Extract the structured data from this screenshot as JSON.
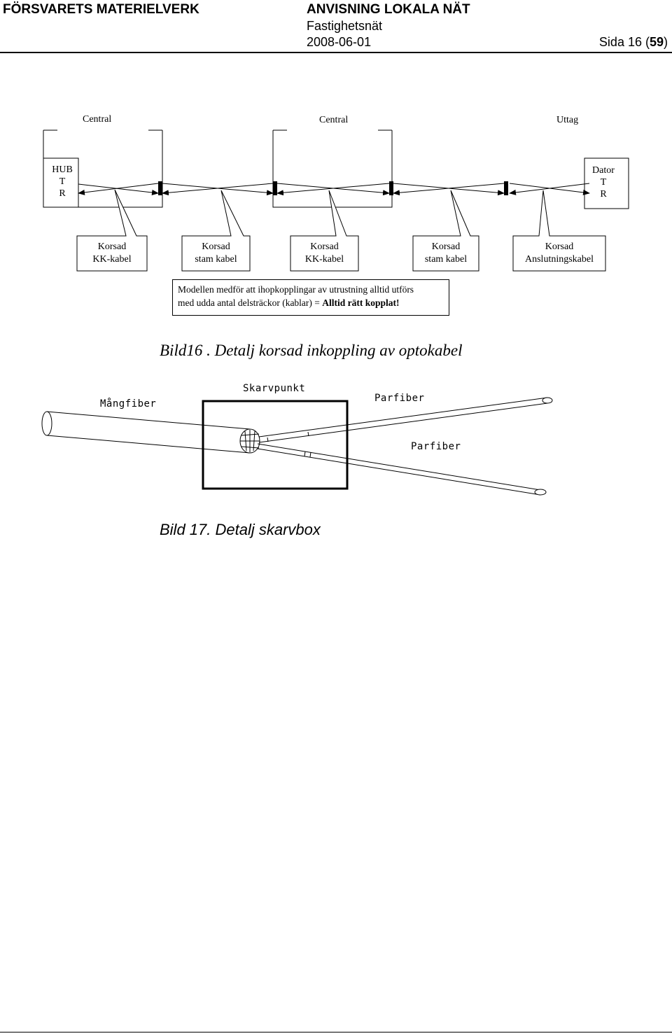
{
  "header": {
    "org": "FÖRSVARETS MATERIELVERK",
    "doc_title": "ANVISNING LOKALA NÄT",
    "subtitle": "Fastighetsnät",
    "date": "2008-06-01",
    "page_prefix": "Sida 16 (",
    "page_total": "59",
    "page_suffix": ")"
  },
  "figure16": {
    "top_labels": [
      "Central",
      "Central",
      "Uttag"
    ],
    "hub": {
      "line1": "HUB",
      "line2": "T",
      "line3": "R"
    },
    "dator": {
      "line1": "Dator",
      "line2": "T",
      "line3": "R"
    },
    "callouts": [
      {
        "line1": "Korsad",
        "line2": "KK-kabel"
      },
      {
        "line1": "Korsad",
        "line2": "stam kabel"
      },
      {
        "line1": "Korsad",
        "line2": "KK-kabel"
      },
      {
        "line1": "Korsad",
        "line2": "stam kabel"
      },
      {
        "line1": "Korsad",
        "line2": "Anslutningskabel"
      }
    ],
    "note_line1": "Modellen medför att ihopkopplingar av utrustning alltid utförs",
    "note_line2_plain": "med udda antal delsträckor (kablar) = ",
    "note_line2_bold": "Alltid rätt kopplat!",
    "caption": "Bild16 . Detalj korsad inkoppling av optokabel"
  },
  "figure17": {
    "label_multifiber": "Mångfiber",
    "label_splice": "Skarvpunkt",
    "label_pair_top": "Parfiber",
    "label_pair_bottom": "Parfiber",
    "caption": "Bild 17. Detalj skarvbox"
  }
}
